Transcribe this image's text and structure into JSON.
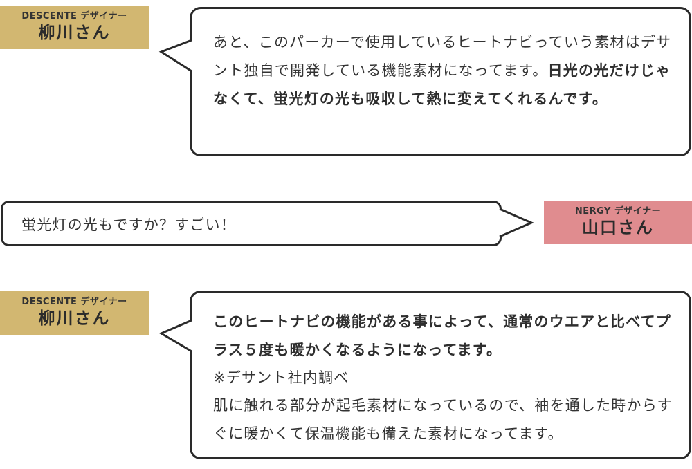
{
  "blocks": [
    {
      "speaker": {
        "role": "DESCENTE デザイナー",
        "name": "柳川さん"
      },
      "text_1": "あと、このパーカーで使用しているヒートナビっていう素材はデサント独自で開発している機能素材になってます。",
      "bold_1": "日光の光だけじゃなくて、蛍光灯の光も吸収して熱に変えてくれるんです。"
    },
    {
      "speaker": {
        "role": "NERGY デザイナー",
        "name": "山口さん"
      },
      "text_1": "蛍光灯の光もですか？すごい！"
    },
    {
      "speaker": {
        "role": "DESCENTE デザイナー",
        "name": "柳川さん"
      },
      "bold_1": "このヒートナビの機能がある事によって、通常のウエアと比べてプラス５度も暖かくなるようになってます。",
      "note": "※デサント社内調べ",
      "text_2": "肌に触れる部分が起毛素材になっているので、袖を通した時からすぐに暖かくて保温機能も備えた素材になってます。"
    }
  ],
  "colors": {
    "gold": "#d2b771",
    "pink": "#e08c8f",
    "border": "#2a2a2a"
  }
}
